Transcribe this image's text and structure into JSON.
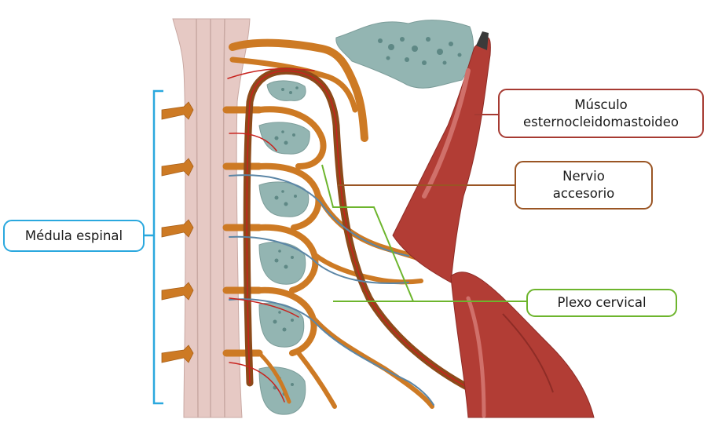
{
  "labels": {
    "medula_espinal": "Médula espinal",
    "musculo_line1": "Músculo",
    "musculo_line2": "esternocleidomastoideo",
    "nervio_line1": "Nervio",
    "nervio_line2": "accesorio",
    "plexo_cervical": "Plexo cervical"
  },
  "colors": {
    "medula_bracket": "#2aa8de",
    "musculo_border": "#a63a32",
    "nervio_border": "#9a5524",
    "plexo_border": "#6db52d",
    "nerve_orange": "#cd7a24",
    "nerve_dark": "#8c4a1a",
    "vessel_red": "#c8231e",
    "vessel_blue": "#5b86a6",
    "bone": "#93b5b2",
    "spinal_cord": "#e6c9c4",
    "muscle": "#b23d35"
  }
}
